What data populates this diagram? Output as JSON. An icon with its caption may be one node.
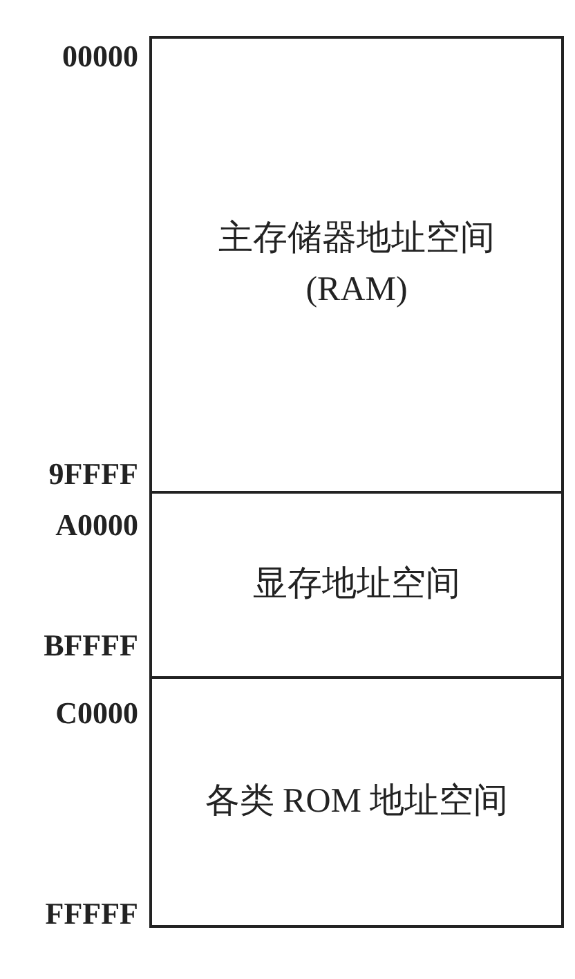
{
  "diagram": {
    "nodes": [
      {
        "text": [
          "主存储器地址空间 (RAM)"
        ]
      },
      {
        "text": [
          "显存地址空间"
        ]
      },
      {
        "text": [
          "各类 ROM 地址空间"
        ]
      }
    ],
    "labels": [
      "00000",
      "9FFFF",
      "A0000",
      "BFFFF",
      "C0000",
      "FFFFF"
    ]
  }
}
